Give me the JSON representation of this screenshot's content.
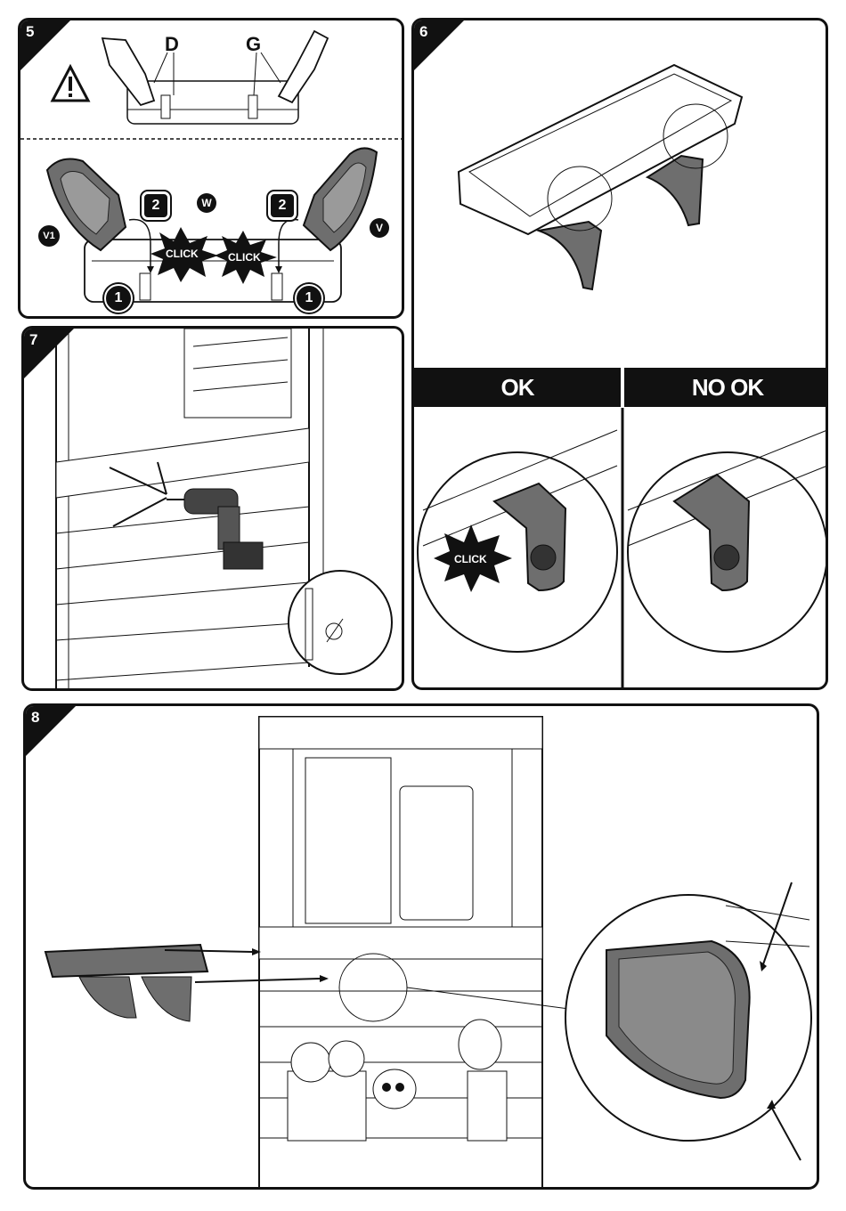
{
  "steps": {
    "s5": {
      "number": "5",
      "label_d": "D",
      "label_g": "G",
      "label_w": "W",
      "label_v": "V",
      "label_v1": "V1",
      "num_1": "1",
      "num_2": "2",
      "click": "CLICK"
    },
    "s6": {
      "number": "6",
      "ok": "OK",
      "no_ok": "NO OK",
      "click": "CLICK"
    },
    "s7": {
      "number": "7"
    },
    "s8": {
      "number": "8"
    }
  },
  "icons": [
    "warning-icon",
    "drill-icon",
    "drill-bit-icon",
    "diameter-icon",
    "click-star-icon"
  ],
  "colors": {
    "ink": "#111111",
    "part_gray": "#6e6e6e",
    "light_gray": "#b0b0b0"
  }
}
